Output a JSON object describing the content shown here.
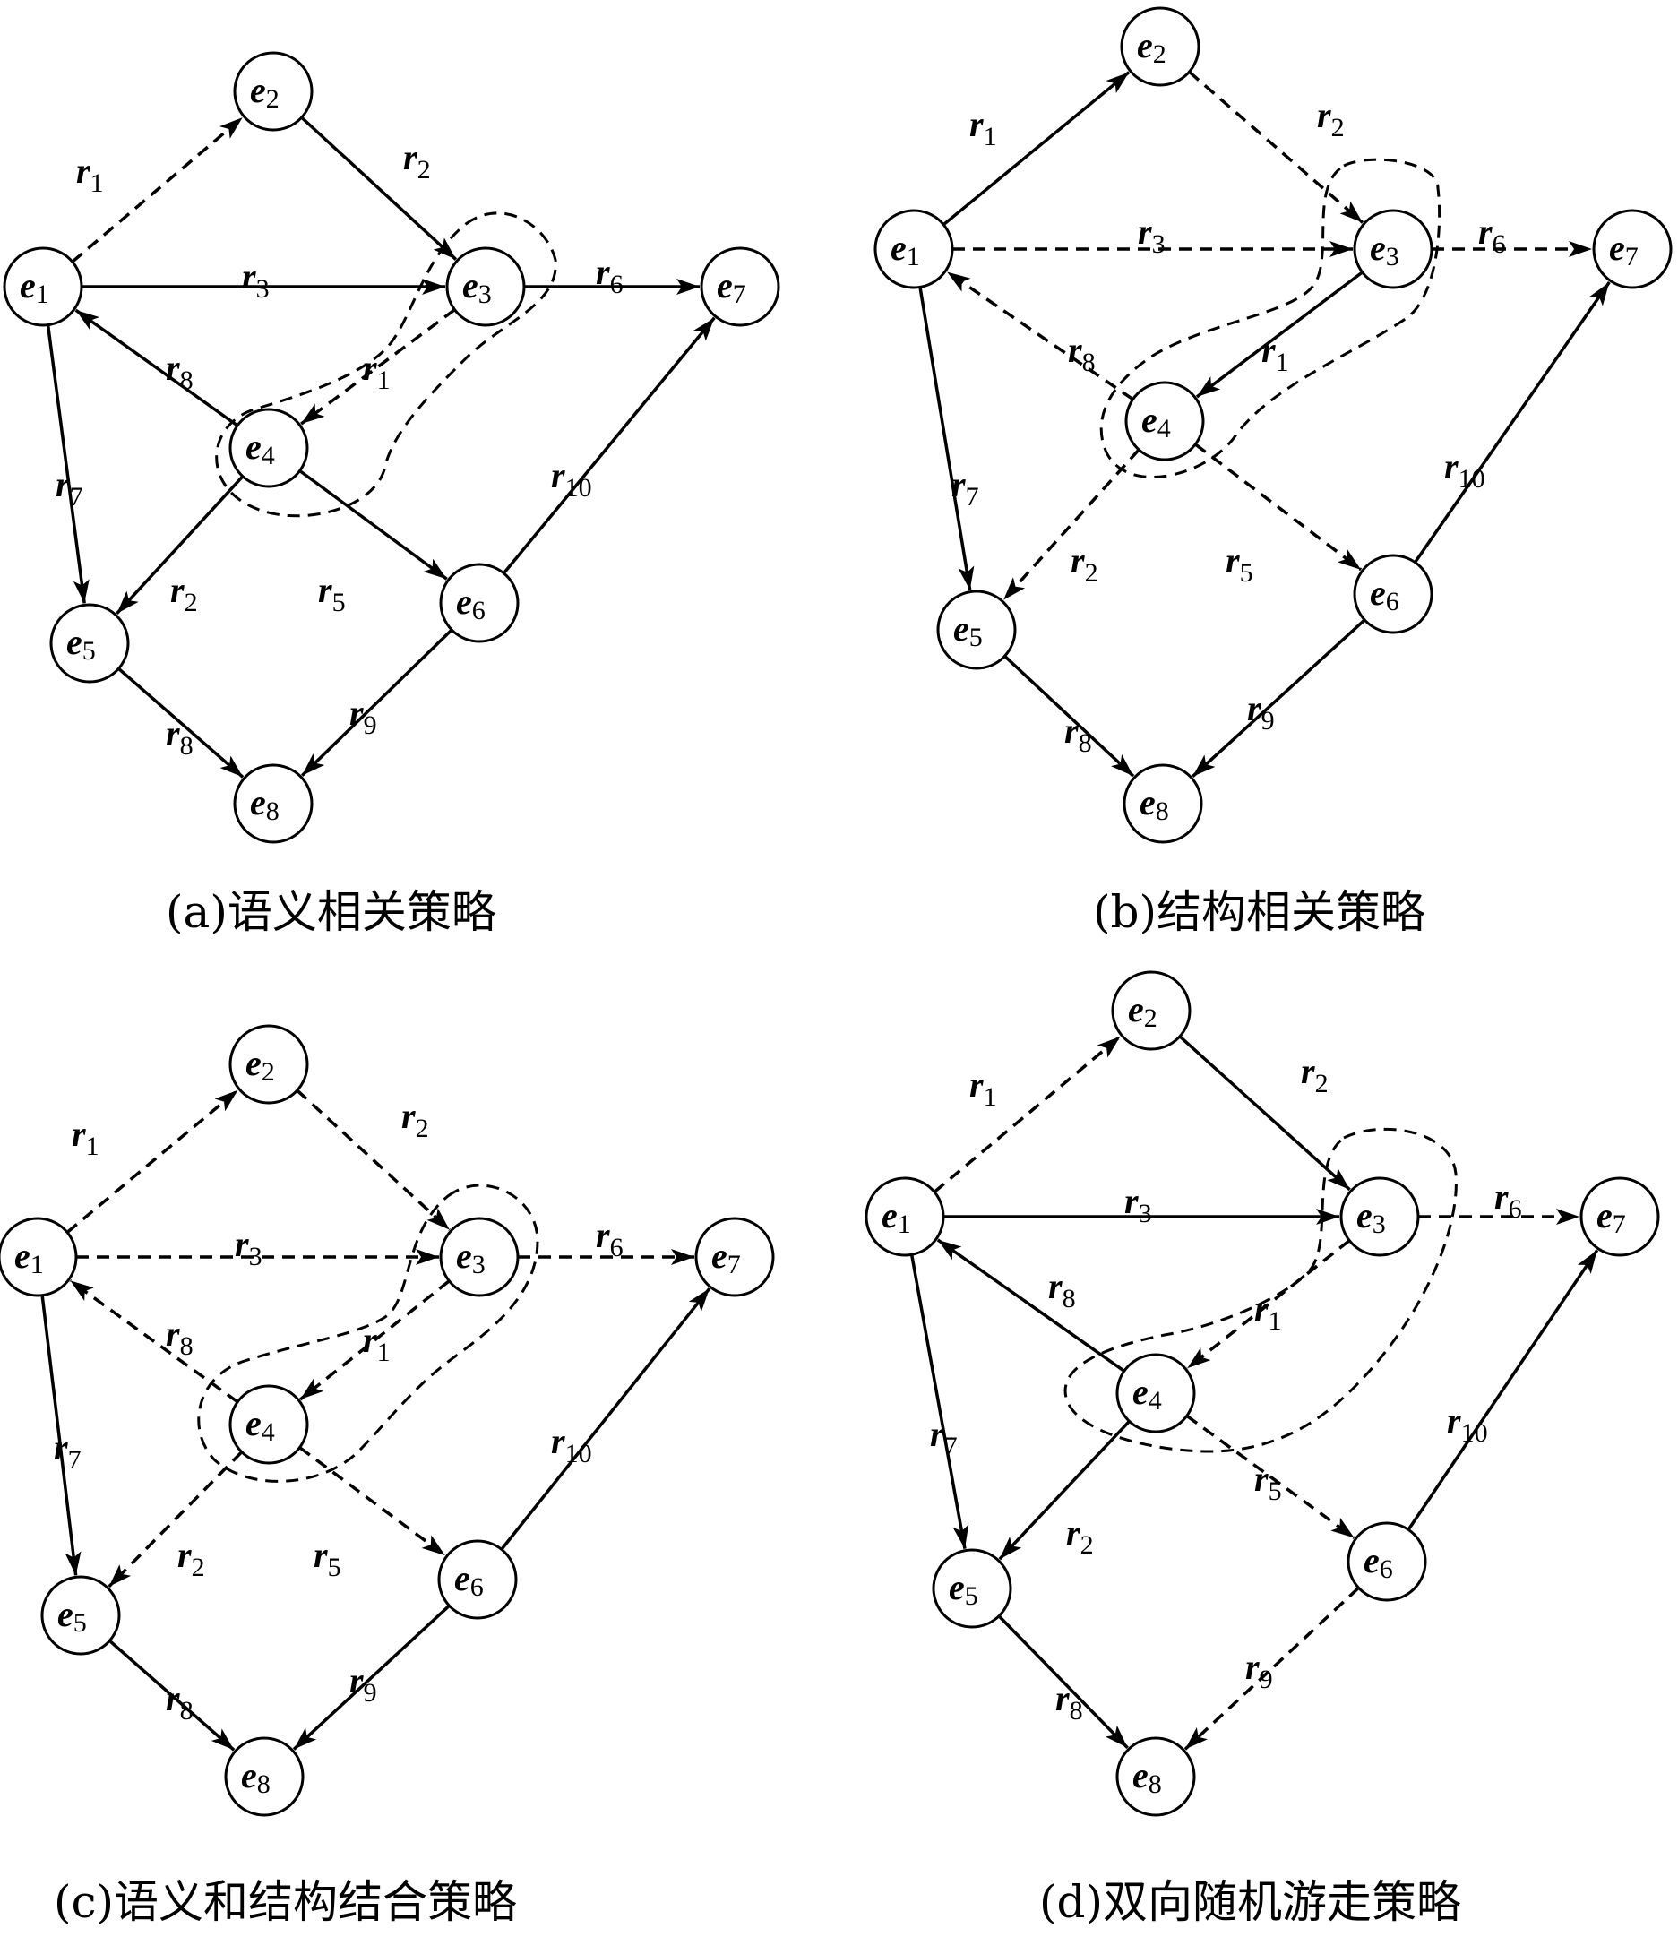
{
  "panels": [
    {
      "id": "a",
      "caption": "(a)语义相关策略",
      "nodes": [
        {
          "id": "e1",
          "letter": "e",
          "sub": "1"
        },
        {
          "id": "e2",
          "letter": "e",
          "sub": "2"
        },
        {
          "id": "e3",
          "letter": "e",
          "sub": "3"
        },
        {
          "id": "e4",
          "letter": "e",
          "sub": "4"
        },
        {
          "id": "e5",
          "letter": "e",
          "sub": "5"
        },
        {
          "id": "e6",
          "letter": "e",
          "sub": "6"
        },
        {
          "id": "e7",
          "letter": "e",
          "sub": "7"
        },
        {
          "id": "e8",
          "letter": "e",
          "sub": "8"
        }
      ],
      "edges": [
        {
          "id": "a1",
          "from": "e1",
          "to": "e2",
          "letter": "r",
          "sub": "1",
          "style": "dashed"
        },
        {
          "id": "a2",
          "from": "e2",
          "to": "e3",
          "letter": "r",
          "sub": "2",
          "style": "solid"
        },
        {
          "id": "a3",
          "from": "e1",
          "to": "e3",
          "letter": "r",
          "sub": "3",
          "style": "solid"
        },
        {
          "id": "a4",
          "from": "e3",
          "to": "e7",
          "letter": "r",
          "sub": "6",
          "style": "solid"
        },
        {
          "id": "a5",
          "from": "e4",
          "to": "e1",
          "letter": "r",
          "sub": "8",
          "style": "solid"
        },
        {
          "id": "a6",
          "from": "e3",
          "to": "e4",
          "letter": "r",
          "sub": "1",
          "style": "dashed"
        },
        {
          "id": "a7",
          "from": "e1",
          "to": "e5",
          "letter": "r",
          "sub": "7",
          "style": "solid"
        },
        {
          "id": "a8",
          "from": "e4",
          "to": "e5",
          "letter": "r",
          "sub": "2",
          "style": "solid"
        },
        {
          "id": "a9",
          "from": "e4",
          "to": "e6",
          "letter": "r",
          "sub": "5",
          "style": "solid"
        },
        {
          "id": "a10",
          "from": "e6",
          "to": "e7",
          "letter": "r",
          "sub": "10",
          "style": "solid"
        },
        {
          "id": "a11",
          "from": "e5",
          "to": "e8",
          "letter": "r",
          "sub": "8",
          "style": "solid"
        },
        {
          "id": "a12",
          "from": "e6",
          "to": "e8",
          "letter": "r",
          "sub": "9",
          "style": "solid"
        }
      ]
    },
    {
      "id": "b",
      "caption": "(b)结构相关策略",
      "nodes": [
        {
          "id": "e1",
          "letter": "e",
          "sub": "1"
        },
        {
          "id": "e2",
          "letter": "e",
          "sub": "2"
        },
        {
          "id": "e3",
          "letter": "e",
          "sub": "3"
        },
        {
          "id": "e4",
          "letter": "e",
          "sub": "4"
        },
        {
          "id": "e5",
          "letter": "e",
          "sub": "5"
        },
        {
          "id": "e6",
          "letter": "e",
          "sub": "6"
        },
        {
          "id": "e7",
          "letter": "e",
          "sub": "7"
        },
        {
          "id": "e8",
          "letter": "e",
          "sub": "8"
        }
      ],
      "edges": [
        {
          "id": "b1",
          "from": "e1",
          "to": "e2",
          "letter": "r",
          "sub": "1",
          "style": "solid"
        },
        {
          "id": "b2",
          "from": "e2",
          "to": "e3",
          "letter": "r",
          "sub": "2",
          "style": "dashed"
        },
        {
          "id": "b3",
          "from": "e1",
          "to": "e3",
          "letter": "r",
          "sub": "3",
          "style": "dashed"
        },
        {
          "id": "b4",
          "from": "e3",
          "to": "e7",
          "letter": "r",
          "sub": "6",
          "style": "dashed"
        },
        {
          "id": "b5",
          "from": "e4",
          "to": "e1",
          "letter": "r",
          "sub": "8",
          "style": "dashed"
        },
        {
          "id": "b6",
          "from": "e3",
          "to": "e4",
          "letter": "r",
          "sub": "1",
          "style": "solid"
        },
        {
          "id": "b7",
          "from": "e1",
          "to": "e5",
          "letter": "r",
          "sub": "7",
          "style": "solid"
        },
        {
          "id": "b8",
          "from": "e4",
          "to": "e5",
          "letter": "r",
          "sub": "2",
          "style": "dashed"
        },
        {
          "id": "b9",
          "from": "e4",
          "to": "e6",
          "letter": "r",
          "sub": "5",
          "style": "dashed"
        },
        {
          "id": "b10",
          "from": "e6",
          "to": "e7",
          "letter": "r",
          "sub": "10",
          "style": "solid"
        },
        {
          "id": "b11",
          "from": "e5",
          "to": "e8",
          "letter": "r",
          "sub": "8",
          "style": "solid"
        },
        {
          "id": "b12",
          "from": "e6",
          "to": "e8",
          "letter": "r",
          "sub": "9",
          "style": "solid"
        }
      ]
    },
    {
      "id": "c",
      "caption": "(c)语义和结构结合策略",
      "nodes": [
        {
          "id": "e1",
          "letter": "e",
          "sub": "1"
        },
        {
          "id": "e2",
          "letter": "e",
          "sub": "2"
        },
        {
          "id": "e3",
          "letter": "e",
          "sub": "3"
        },
        {
          "id": "e4",
          "letter": "e",
          "sub": "4"
        },
        {
          "id": "e5",
          "letter": "e",
          "sub": "5"
        },
        {
          "id": "e6",
          "letter": "e",
          "sub": "6"
        },
        {
          "id": "e7",
          "letter": "e",
          "sub": "7"
        },
        {
          "id": "e8",
          "letter": "e",
          "sub": "8"
        }
      ],
      "edges": [
        {
          "id": "c1",
          "from": "e1",
          "to": "e2",
          "letter": "r",
          "sub": "1",
          "style": "dashed"
        },
        {
          "id": "c2",
          "from": "e2",
          "to": "e3",
          "letter": "r",
          "sub": "2",
          "style": "dashed"
        },
        {
          "id": "c3",
          "from": "e1",
          "to": "e3",
          "letter": "r",
          "sub": "3",
          "style": "dashed"
        },
        {
          "id": "c4",
          "from": "e3",
          "to": "e7",
          "letter": "r",
          "sub": "6",
          "style": "dashed"
        },
        {
          "id": "c5",
          "from": "e4",
          "to": "e1",
          "letter": "r",
          "sub": "8",
          "style": "dashed"
        },
        {
          "id": "c6",
          "from": "e3",
          "to": "e4",
          "letter": "r",
          "sub": "1",
          "style": "dashed"
        },
        {
          "id": "c7",
          "from": "e1",
          "to": "e5",
          "letter": "r",
          "sub": "7",
          "style": "solid"
        },
        {
          "id": "c8",
          "from": "e4",
          "to": "e5",
          "letter": "r",
          "sub": "2",
          "style": "dashed"
        },
        {
          "id": "c9",
          "from": "e4",
          "to": "e6",
          "letter": "r",
          "sub": "5",
          "style": "dashed"
        },
        {
          "id": "c10",
          "from": "e6",
          "to": "e7",
          "letter": "r",
          "sub": "10",
          "style": "solid"
        },
        {
          "id": "c11",
          "from": "e5",
          "to": "e8",
          "letter": "r",
          "sub": "8",
          "style": "solid"
        },
        {
          "id": "c12",
          "from": "e6",
          "to": "e8",
          "letter": "r",
          "sub": "9",
          "style": "solid"
        }
      ]
    },
    {
      "id": "d",
      "caption": "(d)双向随机游走策略",
      "nodes": [
        {
          "id": "e1",
          "letter": "e",
          "sub": "1"
        },
        {
          "id": "e2",
          "letter": "e",
          "sub": "2"
        },
        {
          "id": "e3",
          "letter": "e",
          "sub": "3"
        },
        {
          "id": "e4",
          "letter": "e",
          "sub": "4"
        },
        {
          "id": "e5",
          "letter": "e",
          "sub": "5"
        },
        {
          "id": "e6",
          "letter": "e",
          "sub": "6"
        },
        {
          "id": "e7",
          "letter": "e",
          "sub": "7"
        },
        {
          "id": "e8",
          "letter": "e",
          "sub": "8"
        }
      ],
      "edges": [
        {
          "id": "d1",
          "from": "e1",
          "to": "e2",
          "letter": "r",
          "sub": "1",
          "style": "dashed"
        },
        {
          "id": "d2",
          "from": "e2",
          "to": "e3",
          "letter": "r",
          "sub": "2",
          "style": "solid"
        },
        {
          "id": "d3",
          "from": "e1",
          "to": "e3",
          "letter": "r",
          "sub": "3",
          "style": "solid"
        },
        {
          "id": "d4",
          "from": "e3",
          "to": "e7",
          "letter": "r",
          "sub": "6",
          "style": "dashed"
        },
        {
          "id": "d5",
          "from": "e4",
          "to": "e1",
          "letter": "r",
          "sub": "8",
          "style": "solid"
        },
        {
          "id": "d6",
          "from": "e3",
          "to": "e4",
          "letter": "r",
          "sub": "1",
          "style": "dashed"
        },
        {
          "id": "d7",
          "from": "e1",
          "to": "e5",
          "letter": "r",
          "sub": "7",
          "style": "solid"
        },
        {
          "id": "d8",
          "from": "e4",
          "to": "e5",
          "letter": "r",
          "sub": "2",
          "style": "solid"
        },
        {
          "id": "d9",
          "from": "e4",
          "to": "e6",
          "letter": "r",
          "sub": "5",
          "style": "dashed"
        },
        {
          "id": "d10",
          "from": "e6",
          "to": "e7",
          "letter": "r",
          "sub": "10",
          "style": "solid"
        },
        {
          "id": "d11",
          "from": "e5",
          "to": "e8",
          "letter": "r",
          "sub": "8",
          "style": "solid"
        },
        {
          "id": "d12",
          "from": "e6",
          "to": "e8",
          "letter": "r",
          "sub": "9",
          "style": "dashed"
        }
      ]
    }
  ]
}
